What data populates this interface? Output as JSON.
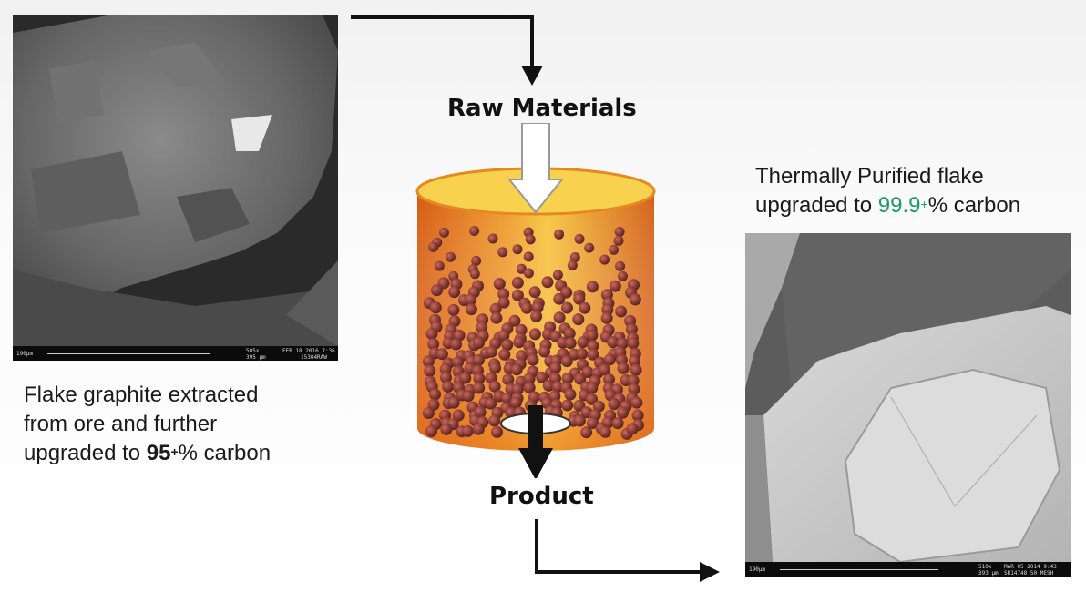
{
  "labels": {
    "raw_materials": "Raw Materials",
    "product": "Product"
  },
  "left_caption": {
    "line1": "Flake graphite extracted",
    "line2": "from ore and further",
    "line3_prefix": "upgraded to ",
    "line3_value": "95",
    "line3_sup": "+",
    "line3_suffix": "% carbon"
  },
  "right_caption": {
    "line1": "Thermally Purified flake",
    "line2_prefix": "upgraded to ",
    "line2_value": "99.9",
    "line2_sup": "+",
    "line2_suffix": "% carbon"
  },
  "sem_left": {
    "scale": "190μm",
    "mag": "505x",
    "field": "395 μm",
    "date": "FEB 18 2016 7:36",
    "sample": "15304RAW"
  },
  "sem_right": {
    "scale": "190μm",
    "mag": "510x",
    "field": "393 μm",
    "date": "MAR 05 2014 9:43",
    "sample": "SR14748 50 MESH"
  },
  "colors": {
    "accent_green": "#1f9a6a",
    "reactor_orange": "#e8761e",
    "reactor_yellow": "#f6c233",
    "particle": "#8a3d36"
  }
}
